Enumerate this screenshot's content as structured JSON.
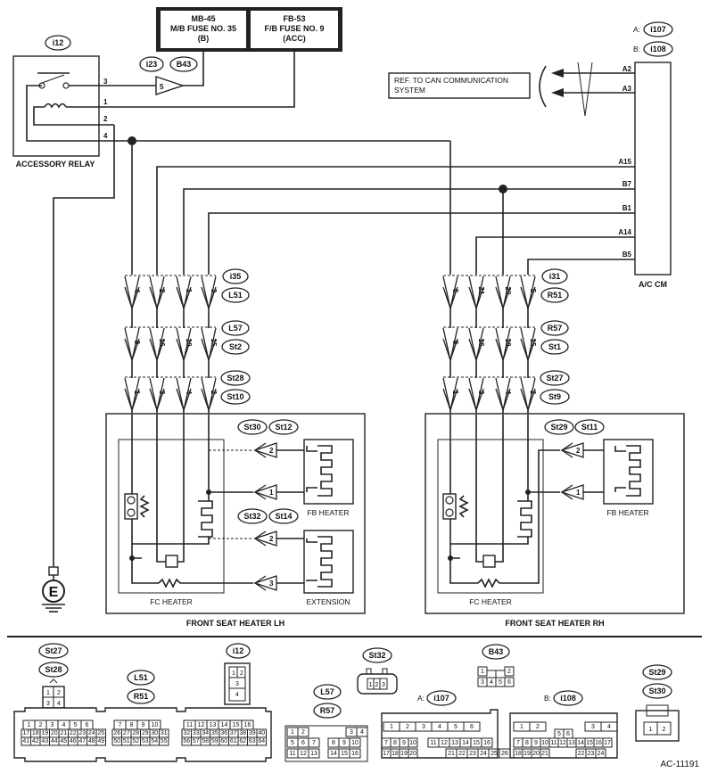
{
  "diagram": {
    "fuses": {
      "mb45": [
        "MB-45",
        "M/B FUSE NO. 35",
        "(B)"
      ],
      "fb53": [
        "FB-53",
        "F/B FUSE NO. 9",
        "(ACC)"
      ]
    },
    "relay": {
      "id": "i12",
      "label": "ACCESSORY RELAY",
      "pins": [
        "3",
        "1",
        "2",
        "4"
      ]
    },
    "inline_conn": {
      "a": "i23",
      "b": "B43",
      "pin": "5"
    },
    "ac_cm": {
      "label": "A/C CM",
      "conn_a": "A:",
      "conn_a_id": "i107",
      "conn_b": "B:",
      "conn_b_id": "i108",
      "pins": [
        "A2",
        "A3",
        "A15",
        "B7",
        "B1",
        "A14",
        "B5"
      ]
    },
    "can_ref": [
      "REF. TO CAN COMMUNICATION",
      "SYSTEM"
    ],
    "lh": {
      "conn1": [
        "i35",
        "L51"
      ],
      "pins1": [
        "4",
        "2",
        "1",
        "3"
      ],
      "conn2": [
        "L57",
        "St2"
      ],
      "pins2": [
        "9",
        "16",
        "10",
        "15"
      ],
      "conn3": [
        "St28",
        "St10"
      ],
      "pins3": [
        "1",
        "3",
        "4",
        "2"
      ],
      "fb_conn": [
        "St30",
        "St12"
      ],
      "ext_conn": [
        "St32",
        "St14"
      ],
      "fb_pins": [
        "2",
        "1"
      ],
      "ext_pins": [
        "2",
        "3"
      ],
      "fb_heater": "FB HEATER",
      "extension": "EXTENSION",
      "fc_heater": "FC HEATER",
      "title": "FRONT SEAT HEATER LH"
    },
    "rh": {
      "conn1": [
        "i31",
        "R51"
      ],
      "pins1": [
        "6",
        "21",
        "20",
        "5"
      ],
      "conn2": [
        "R57",
        "St1"
      ],
      "pins2": [
        "9",
        "16",
        "10",
        "15"
      ],
      "conn3": [
        "St27",
        "St9"
      ],
      "pins3": [
        "1",
        "3",
        "4",
        "2"
      ],
      "fb_conn": [
        "St29",
        "St11"
      ],
      "fb_pins": [
        "2",
        "1"
      ],
      "fb_heater": "FB HEATER",
      "fc_heater": "FC HEATER",
      "title": "FRONT SEAT HEATER RH"
    },
    "ground": "E"
  },
  "connectors": {
    "st27_st28": {
      "ids": [
        "St27",
        "St28"
      ],
      "cells": [
        "1",
        "2",
        "3",
        "4"
      ]
    },
    "big": {
      "row1": [
        "1",
        "2",
        "3",
        "4",
        "5",
        "6",
        "7",
        "8",
        "9",
        "10",
        "11",
        "12",
        "13",
        "14",
        "15",
        "16"
      ],
      "row2": [
        "17",
        "18",
        "19",
        "20",
        "21",
        "22",
        "23",
        "24",
        "25",
        "26",
        "27",
        "28",
        "29",
        "30",
        "31",
        "32",
        "33",
        "34",
        "35",
        "36",
        "37",
        "38",
        "39",
        "40"
      ],
      "row3": [
        "41",
        "42",
        "43",
        "44",
        "45",
        "46",
        "47",
        "48",
        "49",
        "50",
        "51",
        "52",
        "53",
        "54",
        "55",
        "56",
        "57",
        "58",
        "59",
        "60",
        "61",
        "62",
        "63",
        "64"
      ]
    },
    "l51_r51": {
      "ids": [
        "L51",
        "R51"
      ]
    },
    "i12": {
      "id": "i12",
      "cells": [
        "1",
        "2",
        "3",
        "4"
      ]
    },
    "l57_r57": {
      "ids": [
        "L57",
        "R57"
      ],
      "cells": [
        "1",
        "2",
        "3",
        "4",
        "5",
        "6",
        "7",
        "8",
        "9",
        "10",
        "11",
        "12",
        "13",
        "14",
        "15",
        "16"
      ]
    },
    "st32": {
      "id": "St32",
      "cells": [
        "1",
        "2",
        "3"
      ]
    },
    "b43": {
      "id": "B43",
      "cells": [
        "1",
        "2",
        "3",
        "4",
        "5",
        "6"
      ]
    },
    "i107": {
      "prefix": "A:",
      "id": "i107",
      "row1": [
        "1",
        "2",
        "3",
        "4",
        "5",
        "6"
      ],
      "row2": [
        "7",
        "8",
        "9",
        "10",
        "11",
        "12",
        "13",
        "14",
        "15",
        "16",
        "17",
        "18",
        "19",
        "20",
        "21",
        "22",
        "23",
        "24",
        "25",
        "26"
      ]
    },
    "i108": {
      "prefix": "B:",
      "id": "i108",
      "row1": [
        "1",
        "2",
        "3",
        "4",
        "5",
        "6"
      ],
      "row2": [
        "7",
        "8",
        "9",
        "10",
        "11",
        "12",
        "13",
        "14",
        "15",
        "16",
        "17",
        "18",
        "19",
        "20",
        "21",
        "22",
        "23",
        "24"
      ]
    },
    "st29_st30": {
      "ids": [
        "St29",
        "St30"
      ],
      "cells": [
        "1",
        "2"
      ]
    }
  },
  "footer": {
    "code": "AC-11191"
  }
}
